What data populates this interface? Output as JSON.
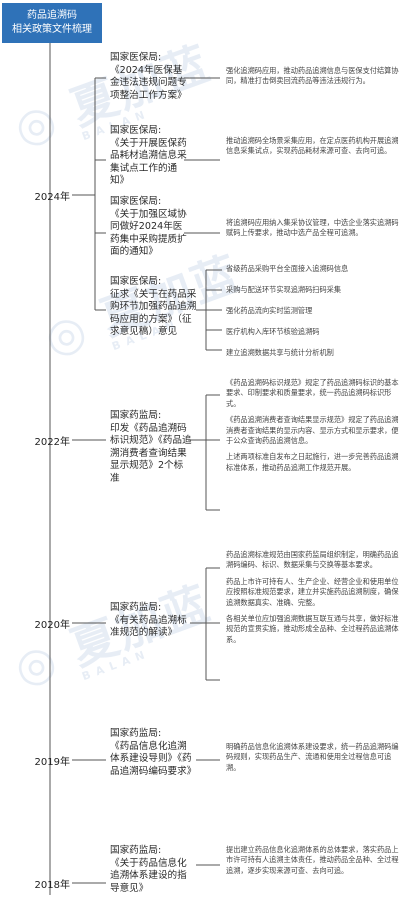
{
  "header": {
    "line1": "药品追溯码",
    "line2": "相关政策文件梳理"
  },
  "years": [
    "2024年",
    "2022年",
    "2020年",
    "2019年",
    "2018年"
  ],
  "docs": [
    {
      "issuer": "国家医保局:",
      "title": "《2024年医保基金违法违规问题专项整治工作方案》"
    },
    {
      "issuer": "国家医保局:",
      "title": "《关于开展医保药品耗材追溯信息采集试点工作的通知》"
    },
    {
      "issuer": "国家医保局:",
      "title": "《关于加强区域协同做好2024年医药集中采购提质扩面的通知》"
    },
    {
      "issuer": "国家医保局:",
      "title": "征求《关于在药品采购环节加强药品追溯码应用的方案》（征求意见稿）意见"
    },
    {
      "issuer": "国家药监局:",
      "title": "印发《药品追溯码标识规范》《药品追溯消费者查询结果显示规范》2个标准"
    },
    {
      "issuer": "国家药监局:",
      "title": "《有关药品追溯标准规范的解读》"
    },
    {
      "issuer": "国家药监局:",
      "title": "《药品信息化追溯体系建设导则》《药品追溯码编码要求》"
    },
    {
      "issuer": "国家药监局:",
      "title": "《关于药品信息化追溯体系建设的指导意见》"
    }
  ],
  "notes": [
    [
      "强化追溯码应用，推动药品追溯信息与医保支付结算协同，精准打击倒卖回流药品等违法违规行为。"
    ],
    [
      "推动追溯码全场景采集应用，在定点医药机构开展追溯信息采集试点，实现药品耗材来源可查、去向可追。"
    ],
    [
      "将追溯码应用纳入集采协议管理，中选企业落实追溯码赋码上传要求，推动中选产品全程可追溯。"
    ],
    [
      "省级药品采购平台全面接入追溯码信息",
      "采购与配送环节实现追溯码扫码采集",
      "强化药品流向实时监测管理",
      "医疗机构入库环节核验追溯码",
      "建立追溯数据共享与统计分析机制"
    ],
    [
      "《药品追溯码标识规范》规定了药品追溯码标识的基本要求、印制要求和质量要求，统一药品追溯码标识形式。",
      "《药品追溯消费者查询结果显示规范》规定了药品追溯消费者查询结果的显示内容、显示方式和显示要求，便于公众查询药品追溯信息。",
      "上述两项标准自发布之日起施行，进一步完善药品追溯标准体系，推动药品追溯工作规范开展。"
    ],
    [
      "药品追溯标准规范由国家药监局组织制定，明确药品追溯码编码、标识、数据采集与交换等基本要求。",
      "药品上市许可持有人、生产企业、经营企业和使用单位应按照标准规范要求，建立并实施药品追溯制度，确保追溯数据真实、准确、完整。",
      "各相关单位应加强追溯数据互联互通与共享，做好标准规范的宣贯实施，推动形成全品种、全过程药品追溯体系。"
    ],
    [
      "明确药品信息化追溯体系建设要求，统一药品追溯码编码规则，实现药品生产、流通和使用全过程信息可追溯。"
    ],
    [
      "提出建立药品信息化追溯体系的总体要求，落实药品上市许可持有人追溯主体责任，推动药品全品种、全过程追溯，逐步实现来源可查、去向可追。"
    ]
  ]
}
